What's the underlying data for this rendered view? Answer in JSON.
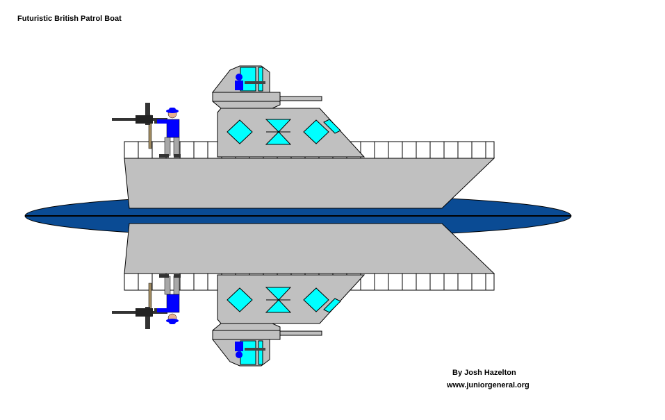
{
  "title": "Futuristic British Patrol Boat",
  "credits": {
    "author": "By Josh Hazelton",
    "website": "www.juniorgeneral.org"
  },
  "colors": {
    "hull": "#c0c0c0",
    "outline": "#000000",
    "water_band": "#0a4b94",
    "window": "#00ffff",
    "crew_uniform": "#0000ff",
    "gun": "#444444",
    "background": "#ffffff"
  },
  "figures": {
    "gunner": "machine-gunner-icon",
    "turret": "turret-icon"
  }
}
